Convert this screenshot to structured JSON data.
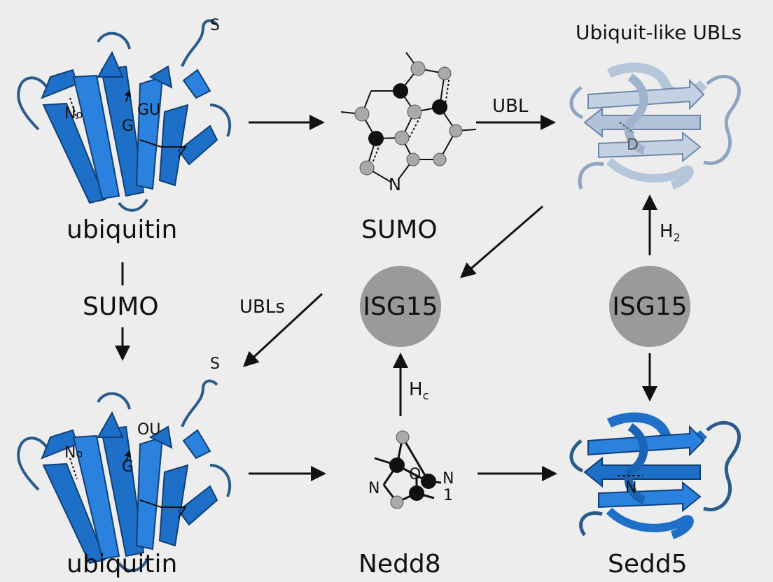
{
  "title": "Ubiquit-like UBLs",
  "nodes": {
    "ubiquitin_top": "ubiquitin",
    "sumo_top": "SUMO",
    "sumo_left": "SUMO",
    "ubiquitin_bottom": "ubiquitin",
    "nedd8": "Nedd8",
    "sedd5": "Sedd5",
    "isg15_center": "ISG15",
    "isg15_right": "ISG15"
  },
  "edge_labels": {
    "ubl": "UBL",
    "ubls": "UBLs",
    "h2": "H",
    "h2_sub": "2",
    "hc": "H",
    "hc_sub": "c"
  },
  "structure_labels": {
    "ub_top_n": "N",
    "ub_top_n_sub": "o",
    "ub_top_gu": "GU",
    "ub_top_g": "G",
    "ub_top_s": "S",
    "ub_bot_n": "N",
    "ub_bot_n_sub": "o",
    "ub_bot_ou": "OU",
    "ub_bot_g": "G",
    "ub_bot_s": "S",
    "sumo_mol_n": "N",
    "nedd_n_left": "N",
    "nedd_o": "O",
    "nedd_n_right": "N",
    "nedd_one": "1",
    "ubl_protein_label": "D",
    "sedd_protein_label": "N"
  },
  "colors": {
    "protein_blue": "#1e6fc8",
    "protein_light": "#b6c6da",
    "circle_gray": "#9a9a9a",
    "background": "#ededed"
  }
}
